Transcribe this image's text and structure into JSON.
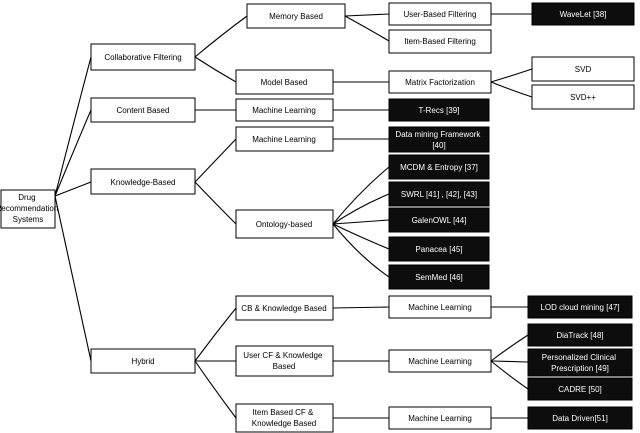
{
  "root": [
    "Drug",
    "Recommendation",
    "Systems"
  ],
  "level1": {
    "collaborative": "Collaborative Filtering",
    "content": "Content Based",
    "knowledge": "Knowledge-Based",
    "hybrid": "Hybrid"
  },
  "level2": {
    "memory": "Memory Based",
    "model": "Model Based",
    "content_ml": "Machine Learning",
    "knowledge_ml": "Machine Learning",
    "ontology": "Ontology-based",
    "cb_knowledge": "CB & Knowledge Based",
    "usercf_knowledge": [
      "User CF & Knowledge",
      "Based"
    ],
    "itemcf_knowledge": [
      "Item Based CF &",
      "Knowledge Based"
    ]
  },
  "level3": {
    "user_based": "User-Based Filtering",
    "item_based": "Item-Based Filtering",
    "matrix": "Matrix Factorization",
    "trecs": "T-Recs [39]",
    "data_mining": [
      "Data mining Framework",
      "[40]"
    ],
    "mcdm": "MCDM & Entropy [37]",
    "swrl": "SWRL [41] , [42], [43]",
    "galenowl": "GalenOWL [44]",
    "panacea": "Panacea [45]",
    "semmed": "SemMed [46]",
    "hybrid_ml1": "Machine Learning",
    "hybrid_ml2": "Machine Learning",
    "hybrid_ml3": "Machine Learning"
  },
  "level4": {
    "wavelet": "WaveLet [38]",
    "svd": "SVD",
    "svdpp": "SVD++",
    "lod": "LOD cloud mining [47]",
    "diatrack": "DiaTrack [48]",
    "personalized": [
      "Personalized Clinical",
      "Prescription [49]"
    ],
    "cadre": "CADRE [50]",
    "data_driven": "Data Driven[51]"
  }
}
